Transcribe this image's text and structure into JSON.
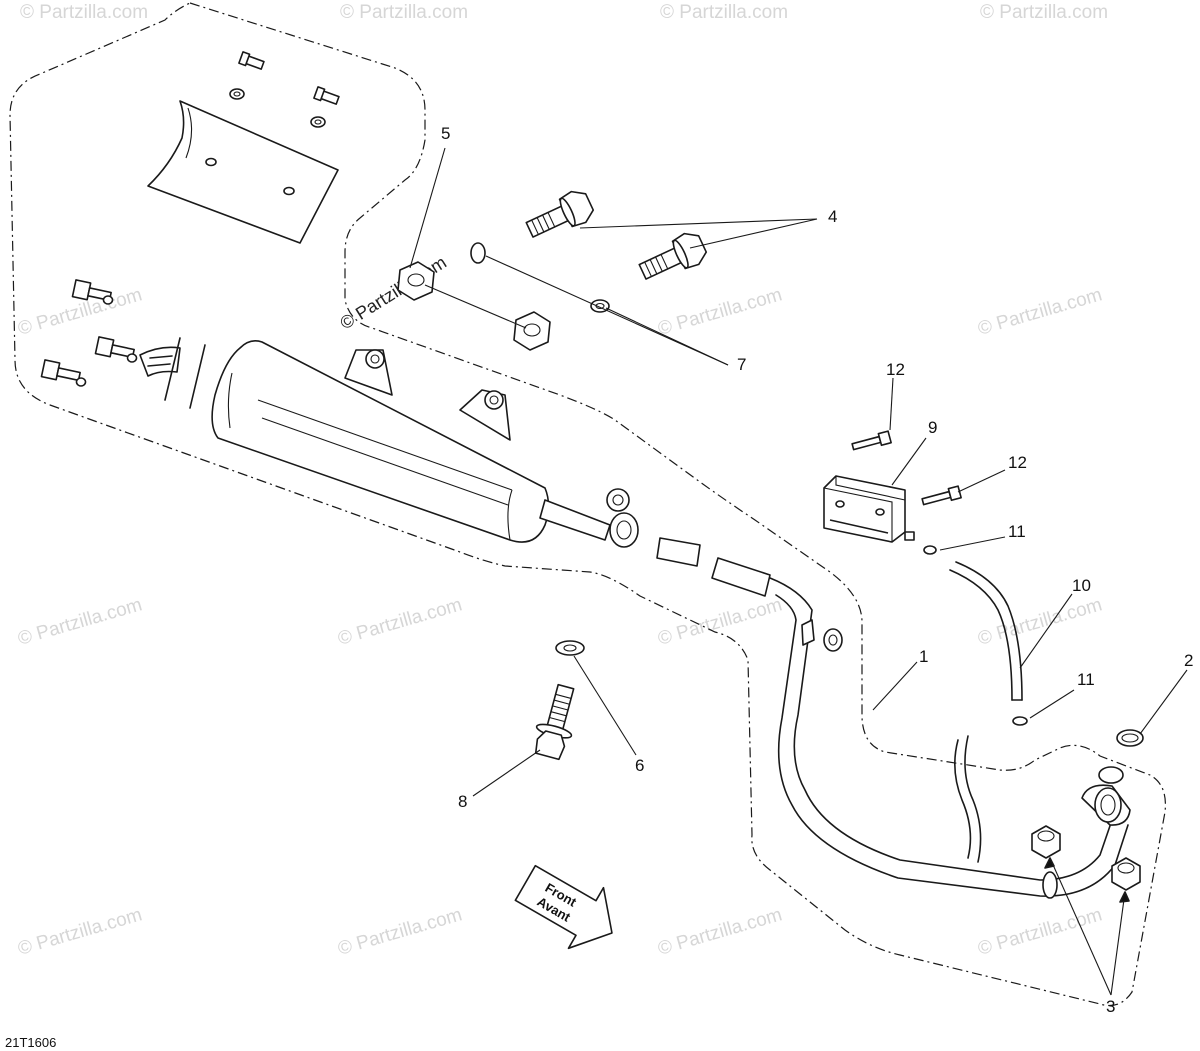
{
  "watermark": {
    "text": "© Partzilla.com"
  },
  "diagram_code": "21T1606",
  "front_arrow": {
    "line1": "Front",
    "line2": "Avant"
  },
  "callouts": {
    "c1": "1",
    "c2": "2",
    "c3": "3",
    "c4": "4",
    "c5": "5",
    "c6": "6",
    "c7": "7",
    "c8": "8",
    "c9": "9",
    "c10": "10",
    "c11a": "11",
    "c11b": "11",
    "c12a": "12",
    "c12b": "12"
  }
}
